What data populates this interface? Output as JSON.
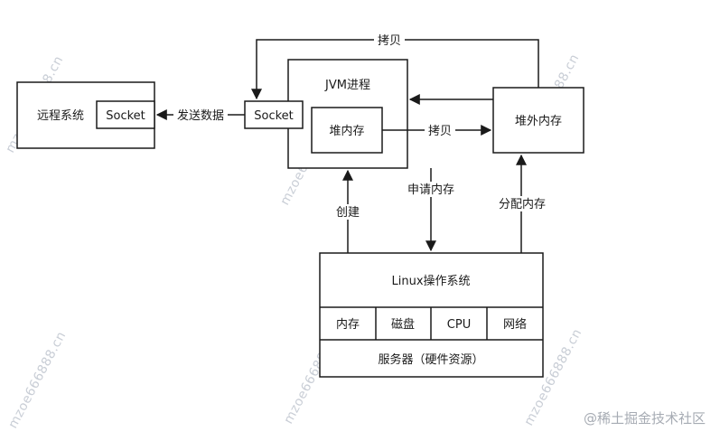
{
  "nodes": {
    "remote_system": "远程系统",
    "remote_socket": "Socket",
    "jvm_socket": "Socket",
    "jvm_process": "JVM进程",
    "heap_memory": "堆内存",
    "offheap_memory": "堆外内存",
    "linux_os": "Linux操作系统",
    "res_memory": "内存",
    "res_disk": "磁盘",
    "res_cpu": "CPU",
    "res_network": "网络",
    "server_hw": "服务器（硬件资源）"
  },
  "edges": {
    "send_data": "发送数据",
    "copy_top": "拷贝",
    "copy_mid": "拷贝",
    "create": "创建",
    "request_memory": "申请内存",
    "allocate_memory": "分配内存"
  },
  "watermarks": [
    "mzoe666888.cn",
    "mzoe666888.cn",
    "mzoe666888.cn",
    "mzoe666888.cn",
    "mzoe666888.cn"
  ],
  "credit": "@稀土掘金技术社区"
}
